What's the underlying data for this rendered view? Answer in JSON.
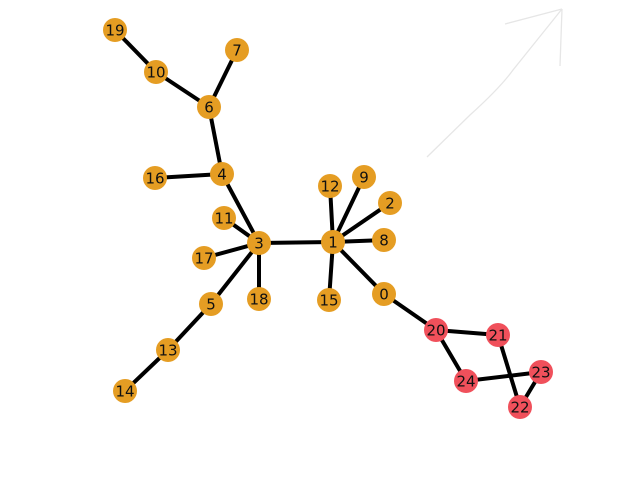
{
  "colors": {
    "group_a": "#e59d23",
    "group_b": "#f0505b",
    "edge": "#000000",
    "background": "#ffffff"
  },
  "graph": {
    "nodes": [
      {
        "id": "0",
        "label": "0",
        "group": "group_a"
      },
      {
        "id": "1",
        "label": "1",
        "group": "group_a"
      },
      {
        "id": "2",
        "label": "2",
        "group": "group_a"
      },
      {
        "id": "3",
        "label": "3",
        "group": "group_a"
      },
      {
        "id": "4",
        "label": "4",
        "group": "group_a"
      },
      {
        "id": "5",
        "label": "5",
        "group": "group_a"
      },
      {
        "id": "6",
        "label": "6",
        "group": "group_a"
      },
      {
        "id": "7",
        "label": "7",
        "group": "group_a"
      },
      {
        "id": "8",
        "label": "8",
        "group": "group_a"
      },
      {
        "id": "9",
        "label": "9",
        "group": "group_a"
      },
      {
        "id": "10",
        "label": "10",
        "group": "group_a"
      },
      {
        "id": "11",
        "label": "11",
        "group": "group_a"
      },
      {
        "id": "12",
        "label": "12",
        "group": "group_a"
      },
      {
        "id": "13",
        "label": "13",
        "group": "group_a"
      },
      {
        "id": "14",
        "label": "14",
        "group": "group_a"
      },
      {
        "id": "15",
        "label": "15",
        "group": "group_a"
      },
      {
        "id": "16",
        "label": "16",
        "group": "group_a"
      },
      {
        "id": "17",
        "label": "17",
        "group": "group_a"
      },
      {
        "id": "18",
        "label": "18",
        "group": "group_a"
      },
      {
        "id": "19",
        "label": "19",
        "group": "group_a"
      },
      {
        "id": "20",
        "label": "20",
        "group": "group_b"
      },
      {
        "id": "21",
        "label": "21",
        "group": "group_b"
      },
      {
        "id": "22",
        "label": "22",
        "group": "group_b"
      },
      {
        "id": "23",
        "label": "23",
        "group": "group_b"
      },
      {
        "id": "24",
        "label": "24",
        "group": "group_b"
      }
    ],
    "edges": [
      [
        "19",
        "10"
      ],
      [
        "10",
        "6"
      ],
      [
        "7",
        "6"
      ],
      [
        "6",
        "4"
      ],
      [
        "16",
        "4"
      ],
      [
        "4",
        "3"
      ],
      [
        "11",
        "3"
      ],
      [
        "17",
        "3"
      ],
      [
        "18",
        "3"
      ],
      [
        "3",
        "5"
      ],
      [
        "5",
        "13"
      ],
      [
        "13",
        "14"
      ],
      [
        "3",
        "1"
      ],
      [
        "1",
        "12"
      ],
      [
        "1",
        "9"
      ],
      [
        "1",
        "2"
      ],
      [
        "1",
        "8"
      ],
      [
        "1",
        "15"
      ],
      [
        "1",
        "0"
      ],
      [
        "0",
        "20"
      ],
      [
        "20",
        "21"
      ],
      [
        "20",
        "24"
      ],
      [
        "21",
        "22"
      ],
      [
        "24",
        "23"
      ],
      [
        "23",
        "22"
      ]
    ]
  }
}
